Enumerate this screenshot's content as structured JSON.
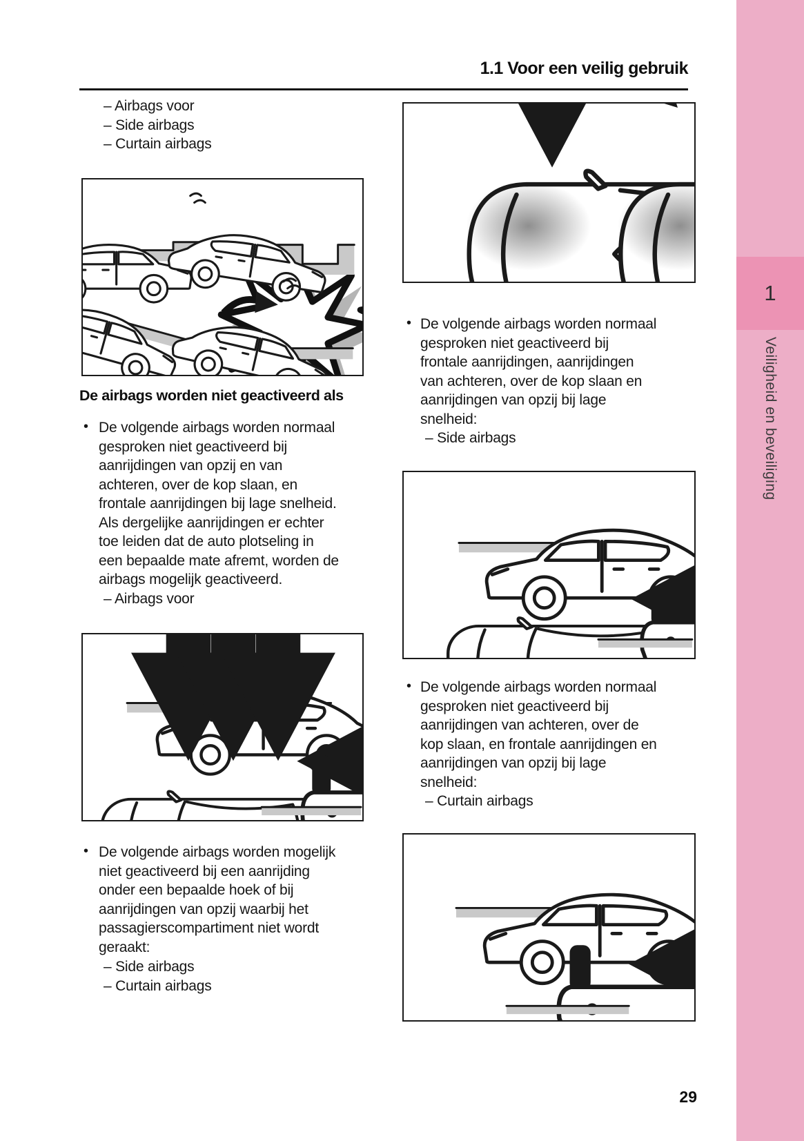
{
  "header": {
    "section_label": "1.1 Voor een veilig gebruik"
  },
  "sidebar": {
    "chapter_tab": "1",
    "chapter_title": "Veiligheid en beveiliging"
  },
  "footer": {
    "page_number": "29"
  },
  "bullet_marker": "•",
  "left_column": {
    "intro_list": [
      "– Airbags voor",
      "– Side airbags",
      "– Curtain airbags"
    ],
    "section_heading": "De airbags worden niet geactiveerd als",
    "bullets": [
      {
        "lines": [
          "De volgende airbags worden normaal",
          "gesproken niet geactiveerd bij",
          "aanrijdingen van opzij en van",
          "achteren, over de kop slaan, en",
          "frontale aanrijdingen bij lage snelheid.",
          "Als dergelijke aanrijdingen er echter",
          "toe leiden dat de auto plotseling in",
          "een bepaalde mate afremt, worden de",
          "airbags mogelijk geactiveerd."
        ],
        "sub_items": [
          "– Airbags voor"
        ]
      },
      {
        "lines": [
          "De volgende airbags worden mogelijk",
          "niet geactiveerd bij een aanrijding",
          "onder een bepaalde hoek of bij",
          "aanrijdingen van opzij waarbij het",
          "passagierscompartiment niet wordt",
          "geraakt:"
        ],
        "sub_items": [
          "– Side airbags",
          "– Curtain airbags"
        ]
      }
    ]
  },
  "right_column": {
    "bullets": [
      {
        "lines": [
          "De volgende airbags worden normaal",
          "gesproken niet geactiveerd bij",
          "frontale aanrijdingen, aanrijdingen",
          "van achteren, over de kop slaan en",
          "aanrijdingen van opzij bij lage",
          "snelheid:"
        ],
        "sub_items": [
          "– Side airbags"
        ]
      },
      {
        "lines": [
          "De volgende airbags worden normaal",
          "gesproken niet geactiveerd bij",
          "aanrijdingen van achteren, over de",
          "kop slaan, en frontale aanrijdingen en",
          "aanrijdingen van opzij bij lage",
          "snelheid:"
        ],
        "sub_items": [
          "– Curtain airbags"
        ]
      }
    ]
  },
  "colors": {
    "sidebar_pink": "#edaec7",
    "tab_pink": "#ec93b4",
    "figure_grey": "#c9c9c9"
  }
}
